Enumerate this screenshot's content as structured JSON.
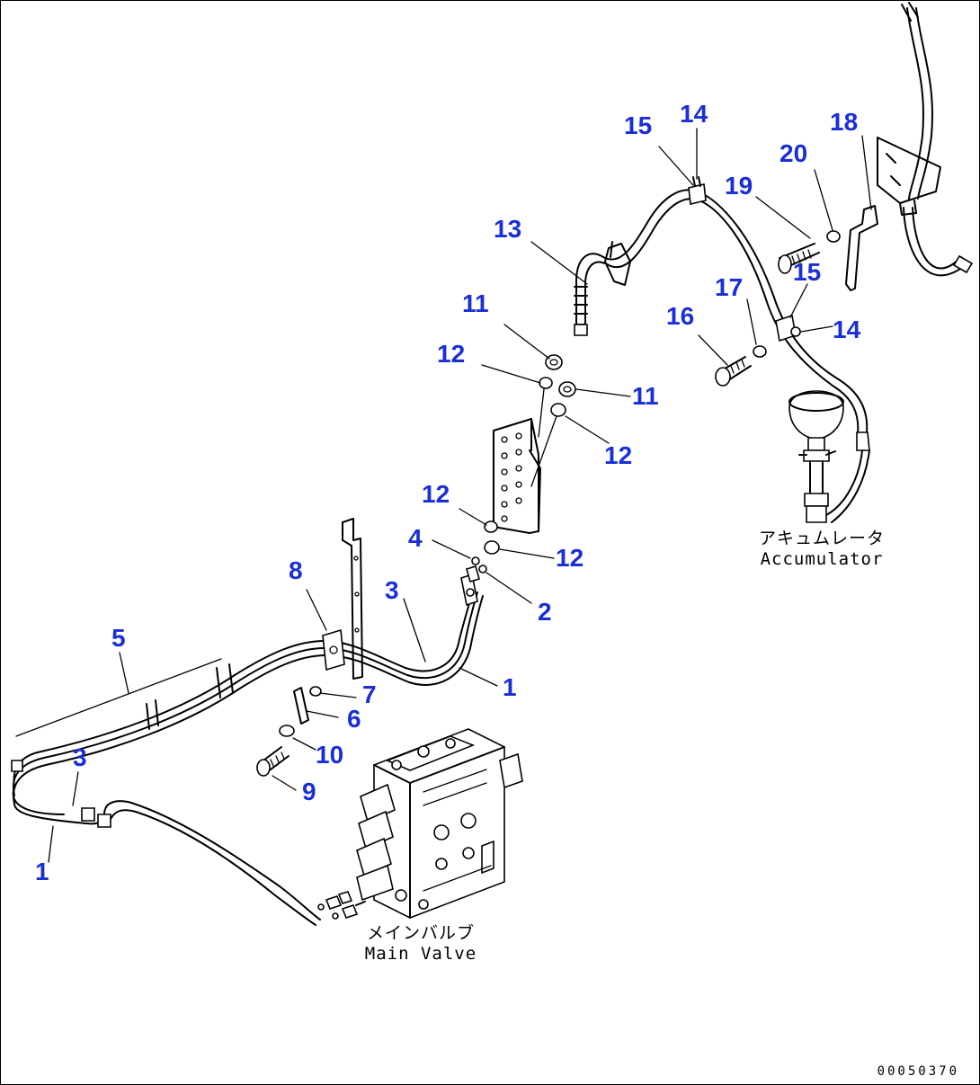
{
  "labels": {
    "n1a": "1",
    "n1b": "1",
    "n2": "2",
    "n3a": "3",
    "n3b": "3",
    "n4": "4",
    "n5": "5",
    "n6": "6",
    "n7": "7",
    "n8": "8",
    "n9": "9",
    "n10": "10",
    "n11a": "11",
    "n11b": "11",
    "n12a": "12",
    "n12b": "12",
    "n12c": "12",
    "n12d": "12",
    "n13": "13",
    "n14a": "14",
    "n14b": "14",
    "n15a": "15",
    "n15b": "15",
    "n16": "16",
    "n17": "17",
    "n18": "18",
    "n19": "19",
    "n20": "20"
  },
  "captions": {
    "accumulator_jp": "アキュムレータ",
    "accumulator_en": "Accumulator",
    "main_valve_jp": "メインバルブ",
    "main_valve_en": "Main Valve"
  },
  "document_number": "00050370",
  "colors": {
    "label": "#1a2fd6",
    "line": "#000000"
  }
}
